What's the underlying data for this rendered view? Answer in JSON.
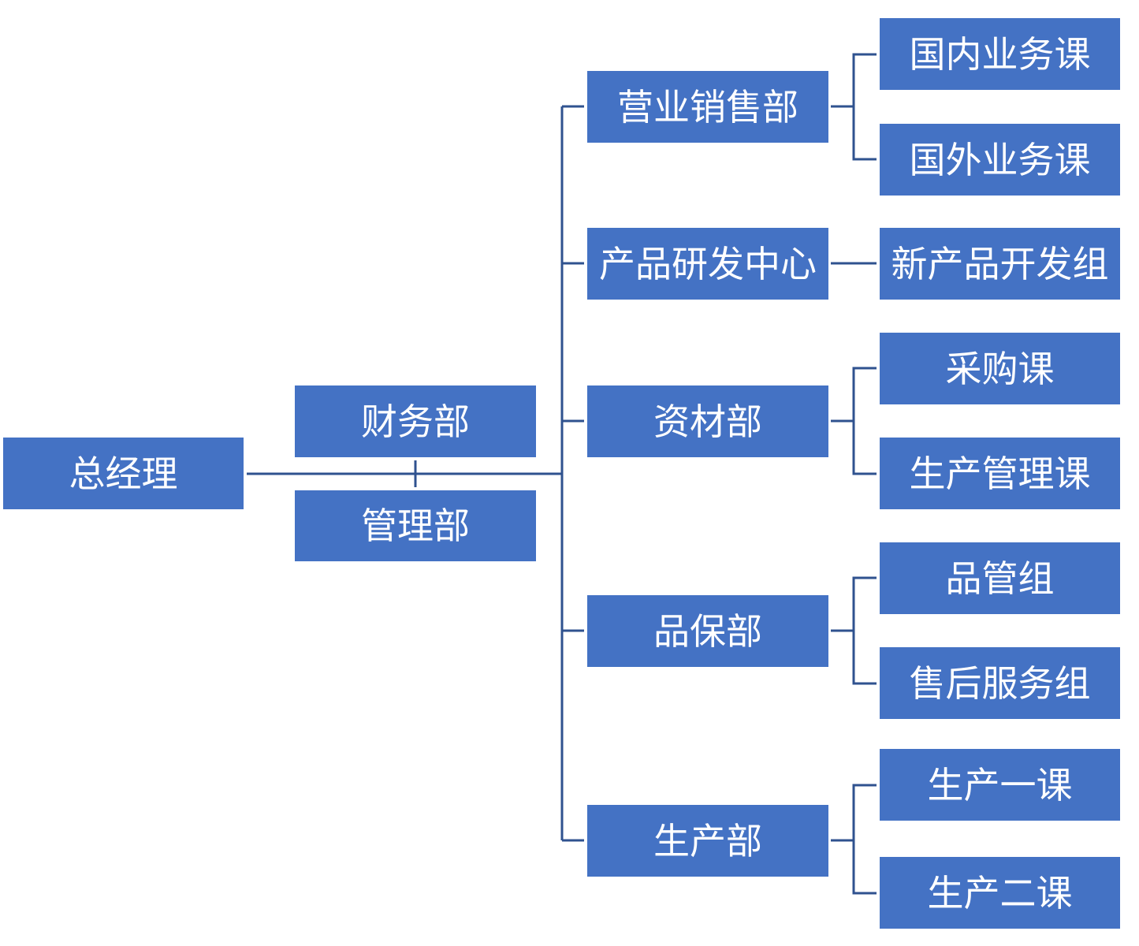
{
  "org_chart": {
    "root": "总经理",
    "staff": [
      "财务部",
      "管理部"
    ],
    "departments": [
      {
        "name": "营业销售部",
        "units": [
          "国内业务课",
          "国外业务课"
        ]
      },
      {
        "name": "产品研发中心",
        "units": [
          "新产品开发组"
        ]
      },
      {
        "name": "资材部",
        "units": [
          "采购课",
          "生产管理课"
        ]
      },
      {
        "name": "品保部",
        "units": [
          "品管组",
          "售后服务组"
        ]
      },
      {
        "name": "生产部",
        "units": [
          "生产一课",
          "生产二课"
        ]
      }
    ]
  },
  "style": {
    "node_color": "#4472c4",
    "line_color": "#2f528f",
    "text_color": "#ffffff"
  }
}
